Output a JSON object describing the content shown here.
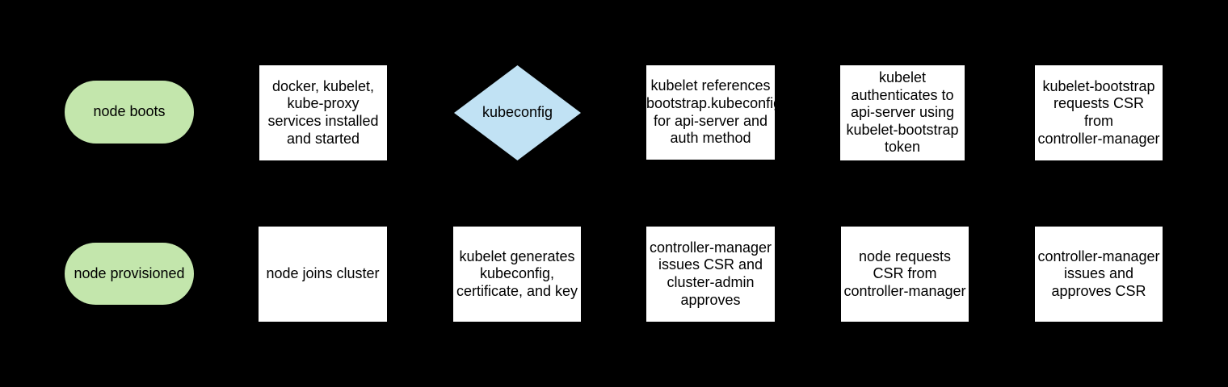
{
  "colors": {
    "background": "#000000",
    "process_fill": "#ffffff",
    "terminator_fill": "#c3e6ac",
    "decision_fill": "#c1e2f4",
    "text": "#000000"
  },
  "nodes": [
    {
      "id": "node-boots",
      "shape": "terminator",
      "label": "node boots"
    },
    {
      "id": "services-installed",
      "shape": "process",
      "label": "docker, kubelet,\nkube-proxy\nservices installed\nand started"
    },
    {
      "id": "kubeconfig-decision",
      "shape": "decision",
      "label": "kubeconfig"
    },
    {
      "id": "kubelet-references-bootstrap",
      "shape": "process",
      "label": "kubelet references\nbootstrap.kubeconfig\nfor api-server and\nauth method"
    },
    {
      "id": "kubelet-authenticates",
      "shape": "process",
      "label": "kubelet\nauthenticates to\napi-server using\nkubelet-bootstrap\ntoken"
    },
    {
      "id": "kubelet-bootstrap-requests-csr",
      "shape": "process",
      "label": "kubelet-bootstrap\nrequests CSR\nfrom\ncontroller-manager"
    },
    {
      "id": "node-provisioned",
      "shape": "terminator",
      "label": "node provisioned"
    },
    {
      "id": "node-joins-cluster",
      "shape": "process",
      "label": "node joins cluster"
    },
    {
      "id": "kubelet-generates",
      "shape": "process",
      "label": "kubelet generates\nkubeconfig,\ncertificate, and key"
    },
    {
      "id": "controller-manager-issues-csr",
      "shape": "process",
      "label": "controller-manager\nissues CSR and\ncluster-admin\napproves"
    },
    {
      "id": "node-requests-csr",
      "shape": "process",
      "label": "node requests\nCSR from\ncontroller-manager"
    },
    {
      "id": "controller-manager-issues-approves",
      "shape": "process",
      "label": "controller-manager\nissues and\napproves CSR"
    }
  ]
}
